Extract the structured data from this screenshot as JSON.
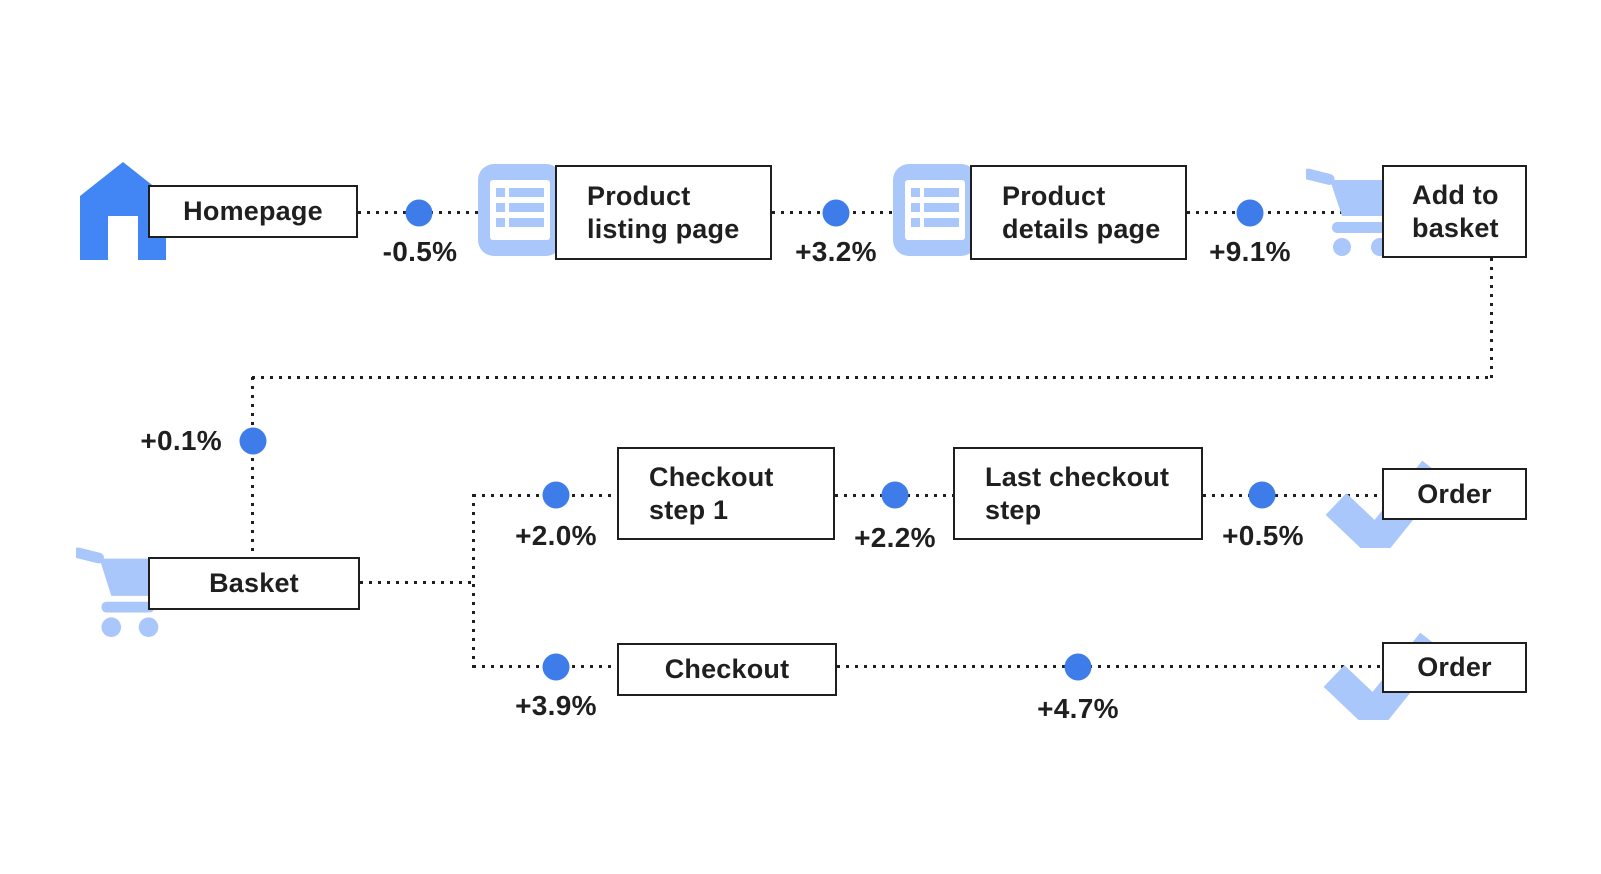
{
  "diagram": {
    "kind": "user-journey-flow",
    "background": "#ffffff",
    "palette": {
      "dot_blue": "#3e7de9",
      "home_blue": "#4285f4",
      "light_blue": "#a9c7fa",
      "ink": "#1f1f1f"
    },
    "icons": [
      "home-icon",
      "list-icon",
      "cart-icon",
      "check-icon"
    ]
  },
  "nodes": {
    "homepage": "Homepage",
    "product_listing": "Product\nlisting page",
    "product_details": "Product\ndetails page",
    "add_to_basket": "Add to\nbasket",
    "basket": "Basket",
    "checkout_step_1": "Checkout\nstep 1",
    "last_checkout_step": "Last checkout\nstep",
    "order_top": "Order",
    "checkout": "Checkout",
    "order_bottom": "Order"
  },
  "deltas": {
    "homepage_to_listing": "-0.5%",
    "listing_to_details": "+3.2%",
    "details_to_add": "+9.1%",
    "add_to_basket_flow": "+0.1%",
    "basket_to_step1": "+2.0%",
    "step1_to_last": "+2.2%",
    "last_to_order": "+0.5%",
    "basket_to_checkout": "+3.9%",
    "checkout_to_order": "+4.7%"
  }
}
